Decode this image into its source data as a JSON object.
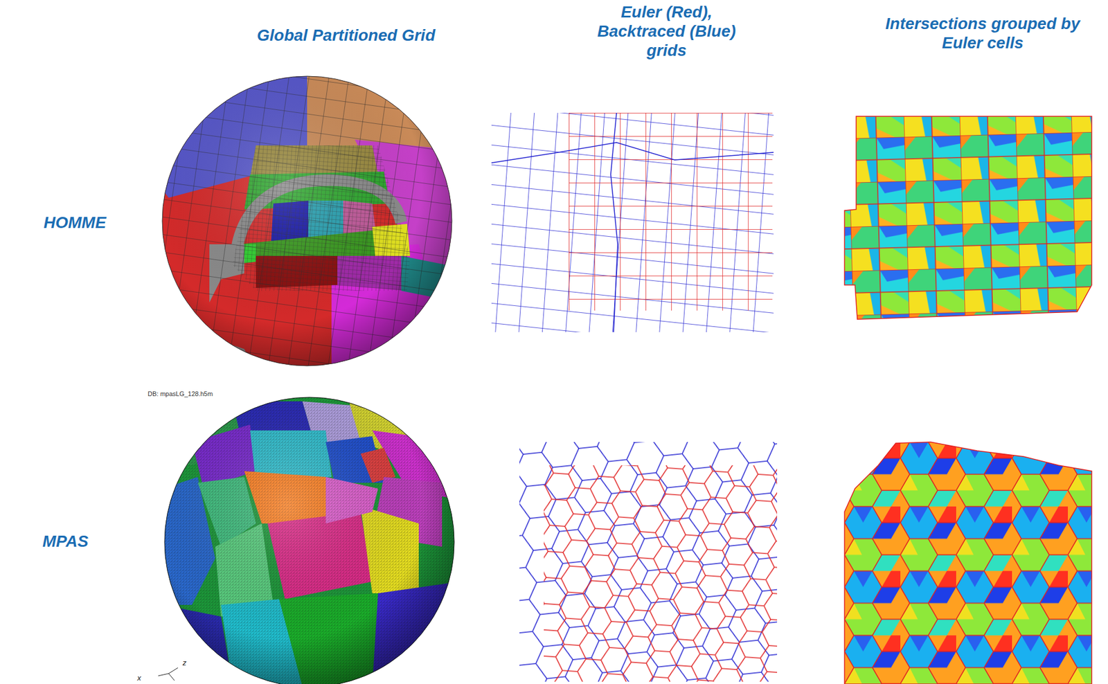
{
  "diagram": {
    "labels": [
      "Global Partitioned Grid",
      "Euler (Red), Backtraced (Blue) grids",
      "Intersections grouped by Euler cells",
      "HOMME",
      "MPAS",
      "DB: mpasLG_128.h5m",
      "x",
      "z"
    ]
  }
}
